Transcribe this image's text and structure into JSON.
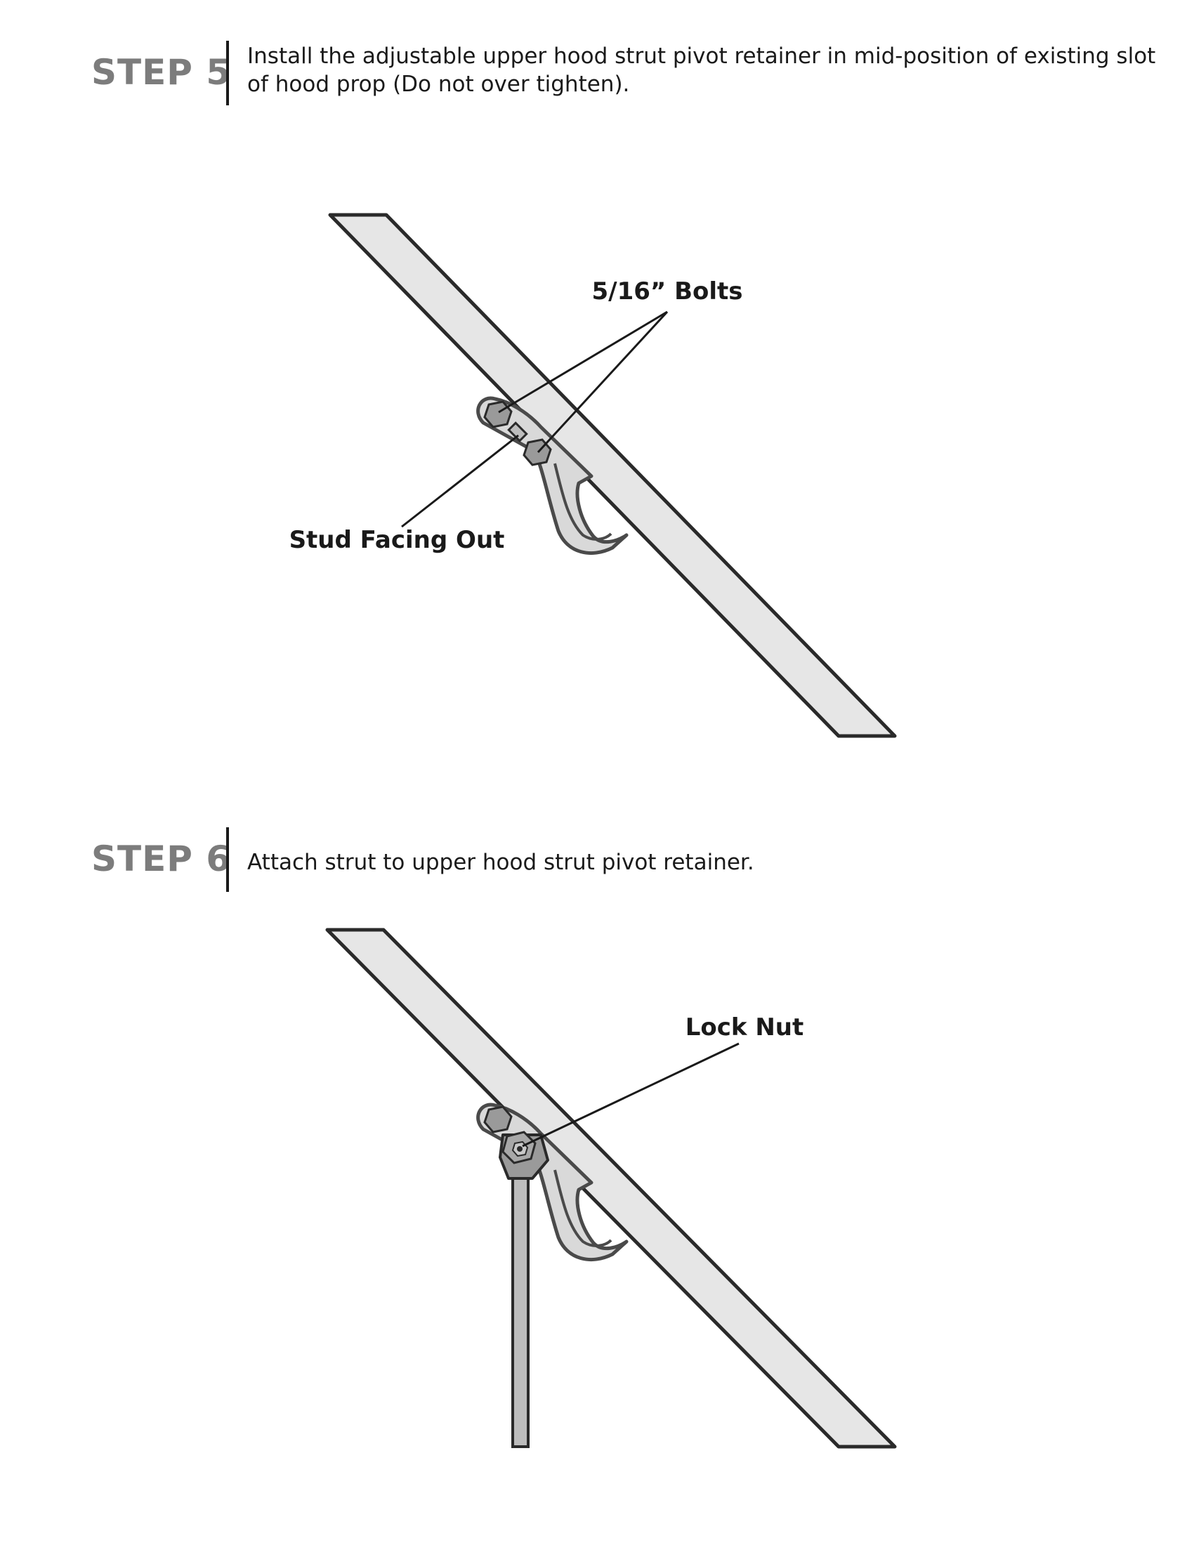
{
  "steps": [
    {
      "label": "STEP 5",
      "text": "Install the adjustable upper hood strut pivot retainer in mid-position of existing slot of hood prop (Do not over tighten)."
    },
    {
      "label": "STEP 6",
      "text": "Attach strut to upper hood strut pivot retainer."
    }
  ],
  "figures": [
    {
      "callouts": {
        "bolts": "5/16” Bolts",
        "stud": "Stud Facing Out"
      }
    },
    {
      "callouts": {
        "lock_nut": "Lock Nut"
      }
    }
  ],
  "colors": {
    "step_label": "#7c7c7c",
    "prop_fill": "#e6e6e6",
    "bracket_fill": "#d9d9d9",
    "bolt_fill": "#9a9a9a",
    "outline": "#2a2a2a"
  }
}
